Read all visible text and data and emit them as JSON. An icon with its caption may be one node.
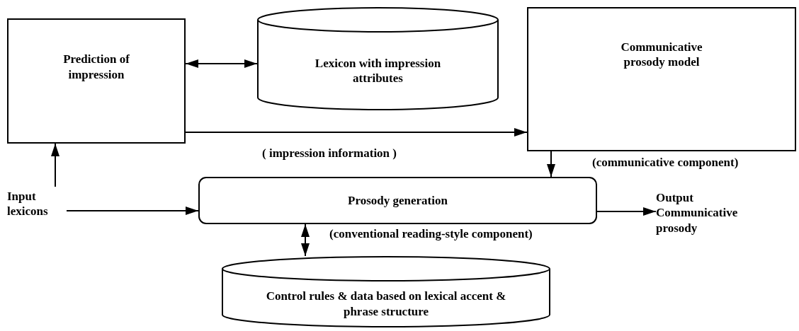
{
  "diagram": {
    "nodes": [
      {
        "text": [
          "Prediction of impression"
        ]
      },
      {
        "text": [
          "Lexicon with impression attributes"
        ]
      },
      {
        "text": [
          "Communicative prosody model"
        ],
        "beside": [
          "(communicative component)"
        ]
      },
      {
        "text": [
          "Input lexicons"
        ]
      },
      {
        "text": [
          "Prosody generation"
        ],
        "beside": [
          "(conventional reading-style component)"
        ]
      },
      {
        "text": [
          "Output Communicative prosody"
        ]
      },
      {
        "text": [
          "Control rules & data based on lexical accent & phrase structure"
        ]
      }
    ],
    "edges": [
      {
        "from": 0,
        "to": 1,
        "arrow": "both"
      },
      {
        "from": 0,
        "to": 2,
        "arrow": "to",
        "label": "( impression information )"
      },
      {
        "from": 3,
        "to": 0,
        "arrow": "to"
      },
      {
        "from": 3,
        "to": 4,
        "arrow": "to"
      },
      {
        "from": 2,
        "to": 4,
        "arrow": "to"
      },
      {
        "from": 4,
        "to": 5,
        "arrow": "to"
      },
      {
        "from": 4,
        "to": 6,
        "arrow": "both"
      }
    ]
  }
}
